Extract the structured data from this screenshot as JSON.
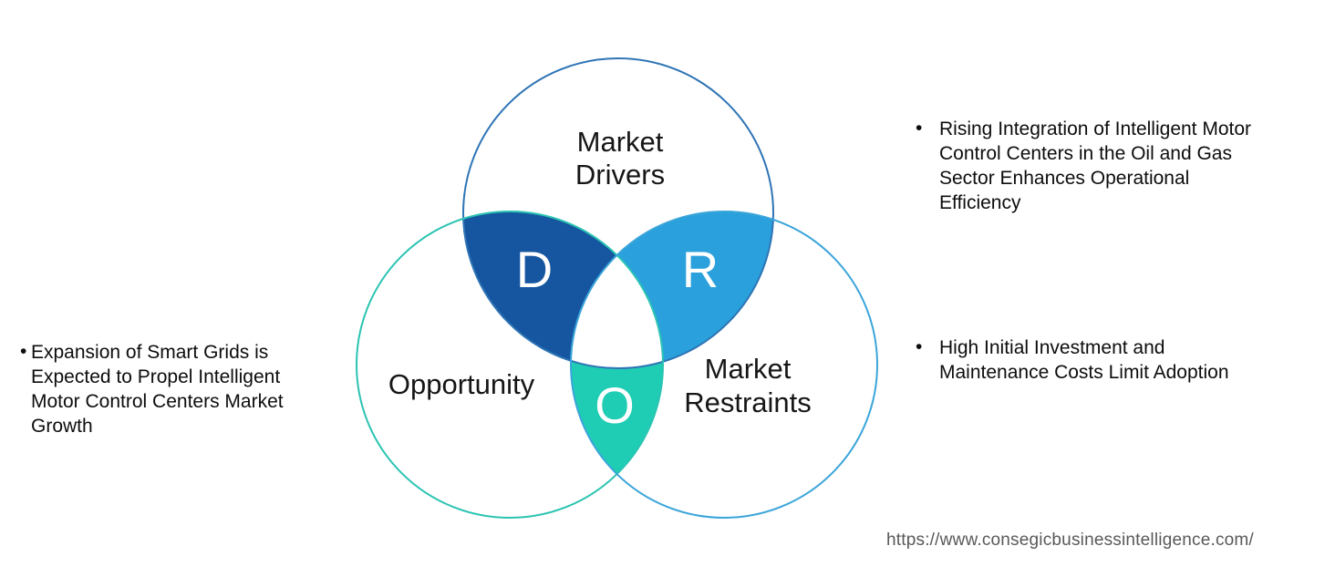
{
  "venn": {
    "colors": {
      "drivers_stroke": "#2E74B5",
      "opportunity_stroke": "#2BC4B2",
      "restraints_stroke": "#3AA5DA",
      "d_fill": "#1656A0",
      "r_fill": "#2AA1DC",
      "o_fill": "#1FCDB4",
      "center_fill": "#FFFFFF",
      "letter_color": "#FFFFFF",
      "label_color": "#161616"
    },
    "drivers": {
      "label_line1": "Market",
      "label_line2": "Drivers",
      "letter": "D"
    },
    "opportunity": {
      "label": "Opportunity",
      "letter": "O"
    },
    "restraints": {
      "label_line1": "Market",
      "label_line2": "Restraints",
      "letter": "R"
    }
  },
  "notes": {
    "left": {
      "bullet": "•",
      "lines": [
        "Expansion of Smart Grids is",
        "Expected to Propel Intelligent",
        "Motor Control Centers Market",
        "Growth"
      ]
    },
    "right_top": {
      "bullet": "•",
      "lines": [
        "Rising Integration of Intelligent Motor",
        "Control Centers in the Oil and Gas",
        "Sector Enhances Operational",
        "Efficiency"
      ]
    },
    "right_bottom": {
      "bullet": "•",
      "lines": [
        "High Initial Investment and",
        "Maintenance Costs Limit Adoption"
      ]
    }
  },
  "footer": {
    "url": "https://www.consegicbusinessintelligence.com/"
  }
}
